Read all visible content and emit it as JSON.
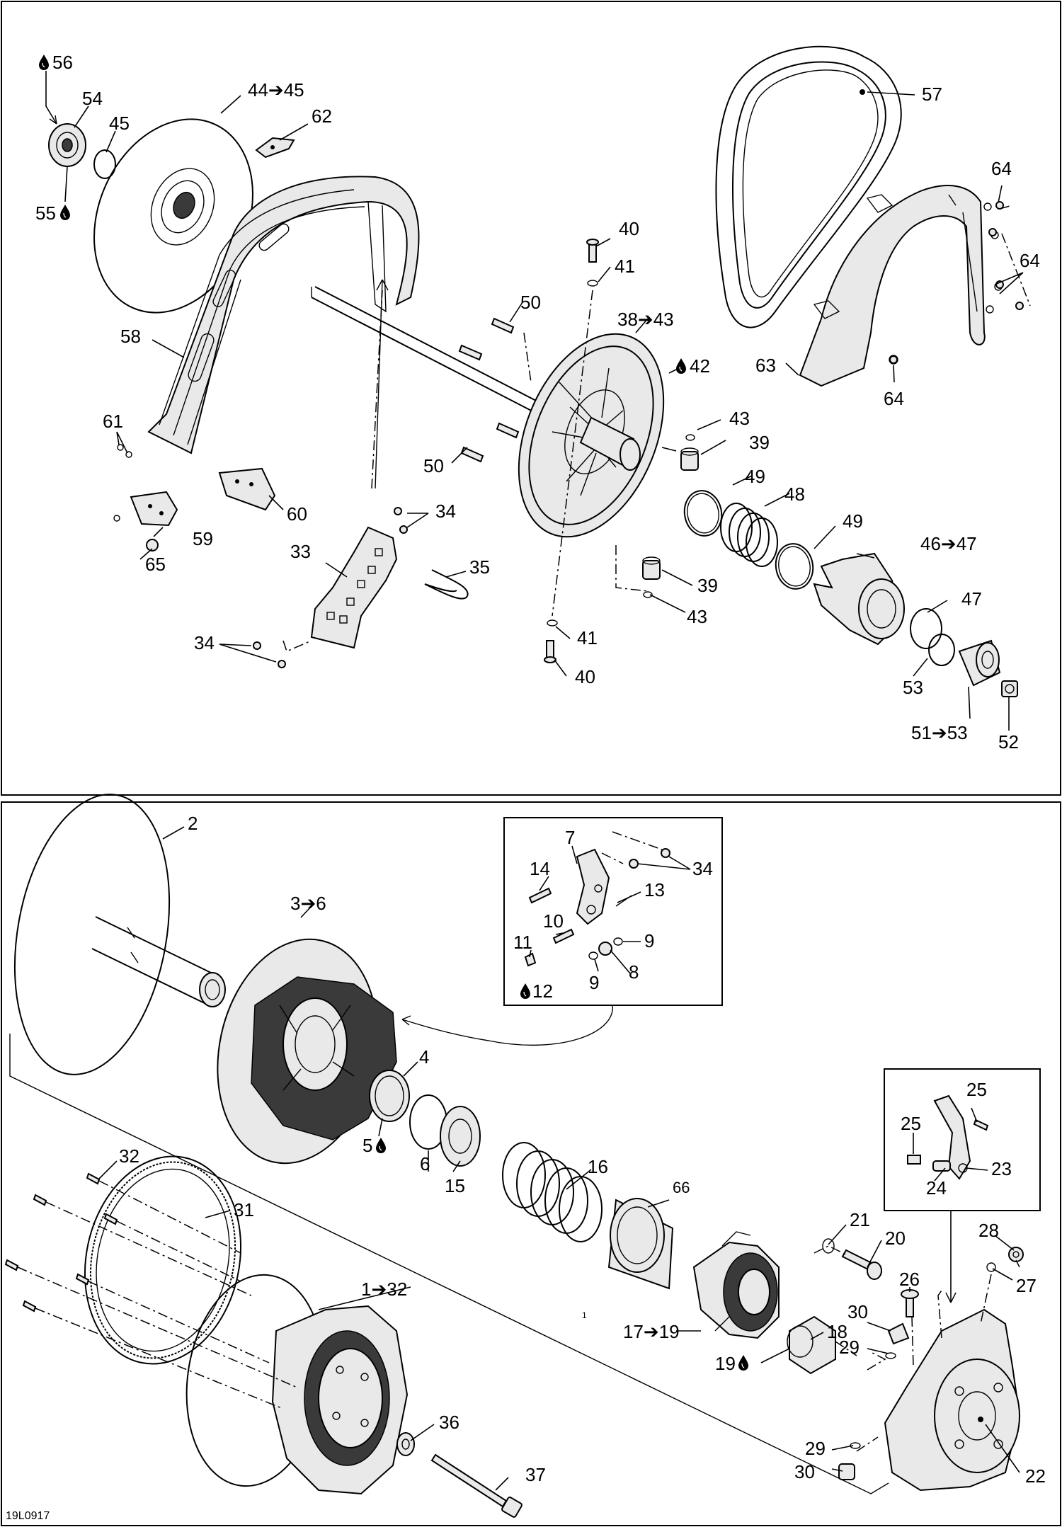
{
  "diagram": {
    "ref_code": "19L0917",
    "labels_top": [
      {
        "id": "l56",
        "text": "56",
        "oil": true
      },
      {
        "id": "l54",
        "text": "54"
      },
      {
        "id": "l45",
        "text": "45"
      },
      {
        "id": "l55",
        "text": "55",
        "oil": true
      },
      {
        "id": "l44",
        "text": "44➔45"
      },
      {
        "id": "l62",
        "text": "62"
      },
      {
        "id": "l57",
        "text": "57"
      },
      {
        "id": "l64a",
        "text": "64"
      },
      {
        "id": "l64b",
        "text": "64"
      },
      {
        "id": "l64c",
        "text": "64"
      },
      {
        "id": "l63",
        "text": "63"
      },
      {
        "id": "l40a",
        "text": "40"
      },
      {
        "id": "l41a",
        "text": "41"
      },
      {
        "id": "l50a",
        "text": "50"
      },
      {
        "id": "l38",
        "text": "38➔43"
      },
      {
        "id": "l42",
        "text": "42",
        "oil": true
      },
      {
        "id": "l58",
        "text": "58"
      },
      {
        "id": "l43a",
        "text": "43"
      },
      {
        "id": "l39a",
        "text": "39"
      },
      {
        "id": "l61",
        "text": "61"
      },
      {
        "id": "l50b",
        "text": "50"
      },
      {
        "id": "l49a",
        "text": "49"
      },
      {
        "id": "l48",
        "text": "48"
      },
      {
        "id": "l60",
        "text": "60"
      },
      {
        "id": "l34a",
        "text": "34"
      },
      {
        "id": "l49b",
        "text": "49"
      },
      {
        "id": "l59",
        "text": "59"
      },
      {
        "id": "l46",
        "text": "46➔47"
      },
      {
        "id": "l65",
        "text": "65"
      },
      {
        "id": "l33",
        "text": "33"
      },
      {
        "id": "l35",
        "text": "35"
      },
      {
        "id": "l39b",
        "text": "39"
      },
      {
        "id": "l47",
        "text": "47"
      },
      {
        "id": "l43b",
        "text": "43"
      },
      {
        "id": "l34b",
        "text": "34"
      },
      {
        "id": "l41b",
        "text": "41"
      },
      {
        "id": "l53a",
        "text": "53"
      },
      {
        "id": "l40b",
        "text": "40"
      },
      {
        "id": "l51",
        "text": "51➔53"
      },
      {
        "id": "l52",
        "text": "52"
      }
    ],
    "labels_bottom": [
      {
        "id": "b2",
        "text": "2"
      },
      {
        "id": "b7",
        "text": "7"
      },
      {
        "id": "b34",
        "text": "34"
      },
      {
        "id": "b14",
        "text": "14"
      },
      {
        "id": "b13",
        "text": "13"
      },
      {
        "id": "b3",
        "text": "3➔6"
      },
      {
        "id": "b10",
        "text": "10"
      },
      {
        "id": "b11",
        "text": "11"
      },
      {
        "id": "b9a",
        "text": "9"
      },
      {
        "id": "b9b",
        "text": "9"
      },
      {
        "id": "b8",
        "text": "8"
      },
      {
        "id": "b12",
        "text": "12",
        "oil": true
      },
      {
        "id": "b4",
        "text": "4"
      },
      {
        "id": "b25a",
        "text": "25"
      },
      {
        "id": "b25b",
        "text": "25"
      },
      {
        "id": "b5",
        "text": "5",
        "oil": true
      },
      {
        "id": "b6",
        "text": "6"
      },
      {
        "id": "b16",
        "text": "16"
      },
      {
        "id": "b15",
        "text": "15"
      },
      {
        "id": "b23",
        "text": "23"
      },
      {
        "id": "b24",
        "text": "24"
      },
      {
        "id": "b32",
        "text": "32"
      },
      {
        "id": "b31",
        "text": "31"
      },
      {
        "id": "b66",
        "text": "66"
      },
      {
        "id": "b21",
        "text": "21"
      },
      {
        "id": "b20",
        "text": "20"
      },
      {
        "id": "b28",
        "text": "28"
      },
      {
        "id": "b27",
        "text": "27"
      },
      {
        "id": "b1",
        "text": "1➔32"
      },
      {
        "id": "b26",
        "text": "26"
      },
      {
        "id": "b18",
        "text": "18"
      },
      {
        "id": "b30a",
        "text": "30"
      },
      {
        "id": "b29a",
        "text": "29"
      },
      {
        "id": "b17",
        "text": "17➔19"
      },
      {
        "id": "b19",
        "text": "19",
        "oil": true
      },
      {
        "id": "b36",
        "text": "36"
      },
      {
        "id": "b29b",
        "text": "29"
      },
      {
        "id": "b30b",
        "text": "30"
      },
      {
        "id": "b22",
        "text": "22"
      },
      {
        "id": "b37",
        "text": "37"
      },
      {
        "id": "b1mark",
        "text": "1"
      }
    ]
  }
}
